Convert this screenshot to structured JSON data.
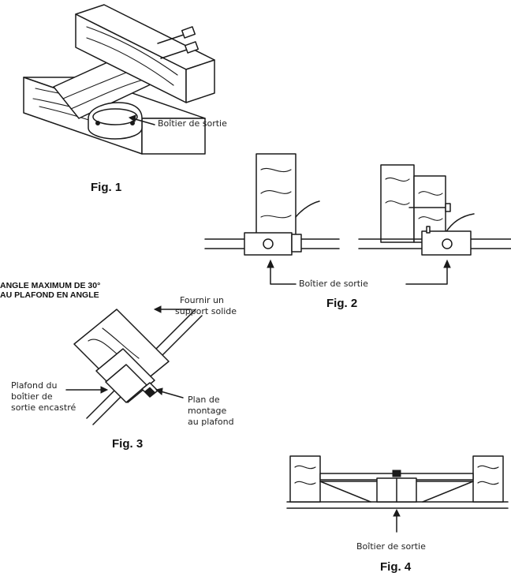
{
  "fig1": {
    "caption": "Fig. 1",
    "label_box": "Boîtier de sortie"
  },
  "fig2": {
    "caption": "Fig. 2",
    "label_box": "Boîtier de sortie"
  },
  "fig3": {
    "caption": "Fig. 3",
    "header_line1": "ANGLE MAXIMUM DE 30°",
    "header_line2": "AU PLAFOND EN ANGLE",
    "label_support_line1": "Fournir un",
    "label_support_line2": "support solide",
    "label_ceiling_line1": "Plafond du",
    "label_ceiling_line2": "boîtier de",
    "label_ceiling_line3": "sortie encastré",
    "label_plane_line1": "Plan de",
    "label_plane_line2": "montage",
    "label_plane_line3": "au plafond"
  },
  "fig4": {
    "caption": "Fig. 4",
    "label_box": "Boîtier de sortie"
  }
}
